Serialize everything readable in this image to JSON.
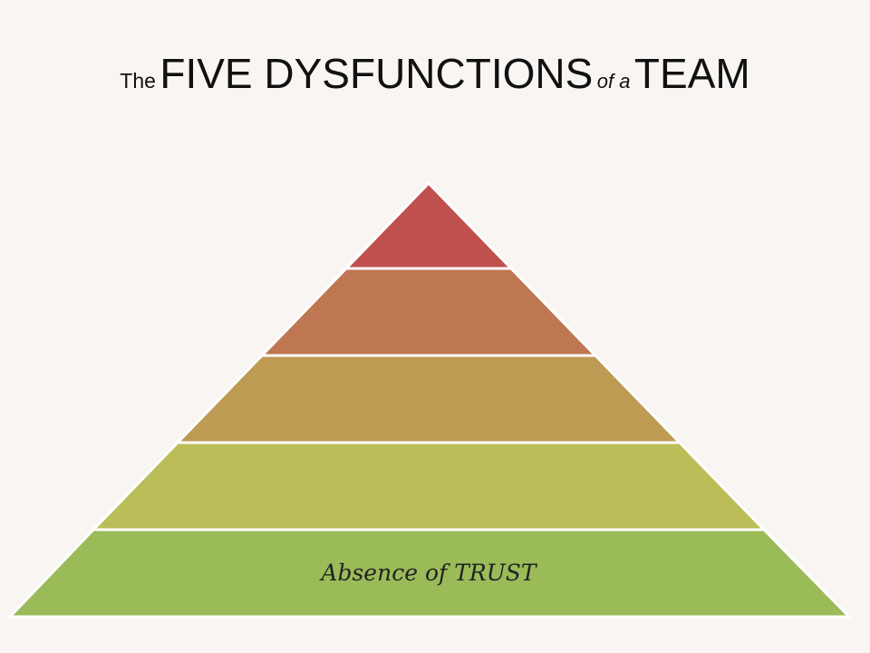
{
  "title": {
    "the": "The",
    "five_dysfunctions": "FIVE DYSFUNCTIONS",
    "of_a": "of a",
    "team": "TEAM"
  },
  "pyramid": {
    "levels": [
      {
        "label": "",
        "color": "#c0504d"
      },
      {
        "label": "",
        "color": "#be7751"
      },
      {
        "label": "",
        "color": "#bd9b53"
      },
      {
        "label": "",
        "color": "#bbbe58"
      },
      {
        "label": "Absence of TRUST",
        "color": "#9bbb59"
      }
    ],
    "separator_color": "#ffffff"
  }
}
